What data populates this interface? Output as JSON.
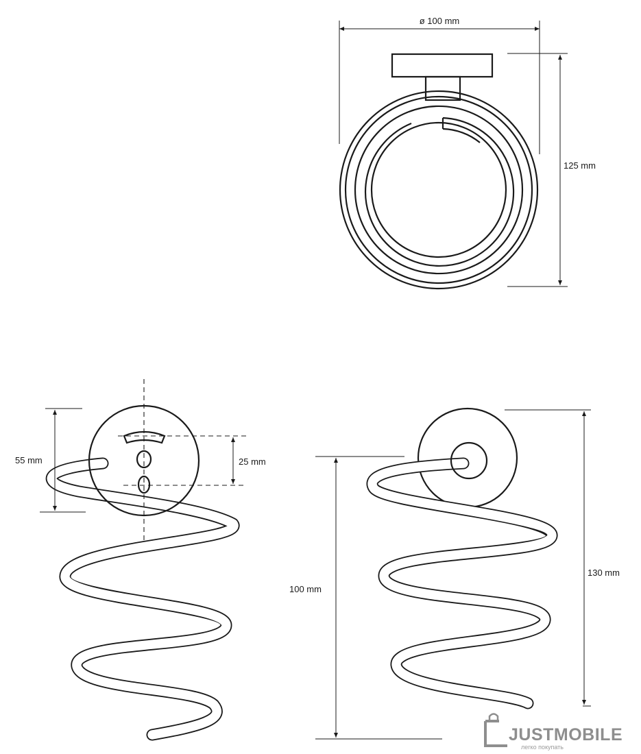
{
  "dimensions": {
    "top_diameter": "ø 100 mm",
    "top_height": "125 mm",
    "left_plate_height": "55 mm",
    "left_hole_spacing": "25 mm",
    "right_spiral_height": "100 mm",
    "right_total_height": "130 mm"
  },
  "logo": {
    "brand": "JUSTMOBILE",
    "tagline": "легко покупать"
  }
}
